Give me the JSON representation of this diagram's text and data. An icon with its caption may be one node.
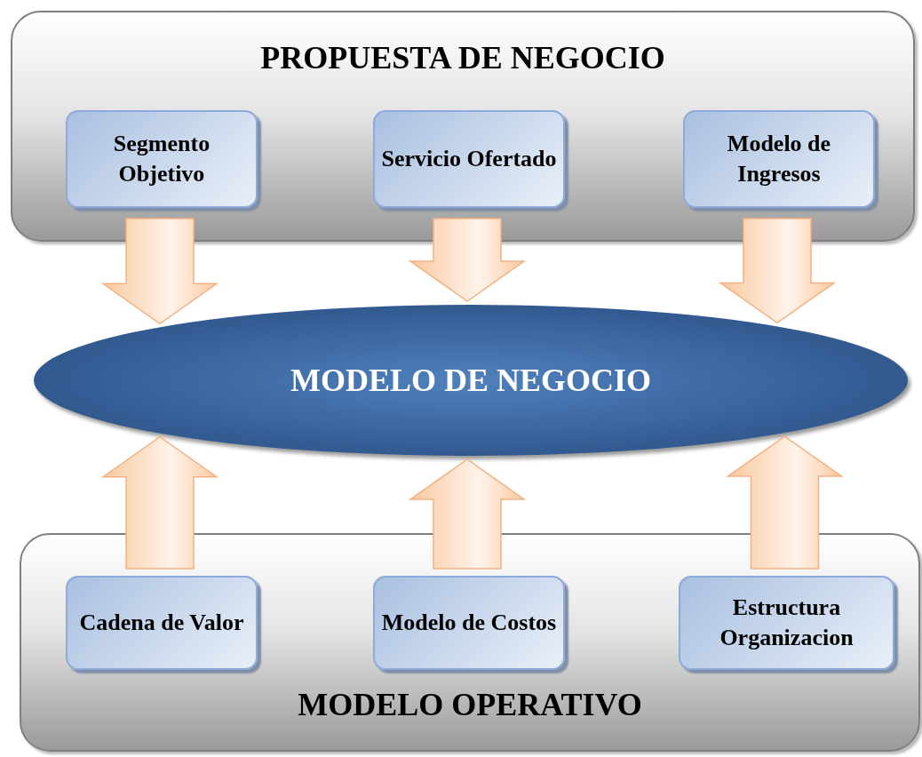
{
  "diagram": {
    "nodes": [
      {
        "text": [
          "PROPUESTA DE NEGOCIO"
        ]
      },
      {
        "text": [
          "Segmento Objetivo"
        ],
        "in": 0
      },
      {
        "text": [
          "Servicio Ofertado"
        ],
        "in": 0
      },
      {
        "text": [
          "Modelo de Ingresos"
        ],
        "in": 0
      },
      {
        "text": [
          "MODELO DE NEGOCIO"
        ]
      },
      {
        "text": [
          "MODELO OPERATIVO"
        ]
      },
      {
        "text": [
          "Cadena de Valor"
        ],
        "in": 5
      },
      {
        "text": [
          "Modelo de Costos"
        ],
        "in": 5
      },
      {
        "text": [
          "Estructura Organizacion"
        ],
        "in": 5
      }
    ],
    "edges": [
      {
        "from": 1,
        "to": 4,
        "arrow": "to"
      },
      {
        "from": 2,
        "to": 4,
        "arrow": "to"
      },
      {
        "from": 3,
        "to": 4,
        "arrow": "to"
      },
      {
        "from": 6,
        "to": 4,
        "arrow": "to"
      },
      {
        "from": 7,
        "to": 4,
        "arrow": "to"
      },
      {
        "from": 8,
        "to": 4,
        "arrow": "to"
      }
    ]
  }
}
